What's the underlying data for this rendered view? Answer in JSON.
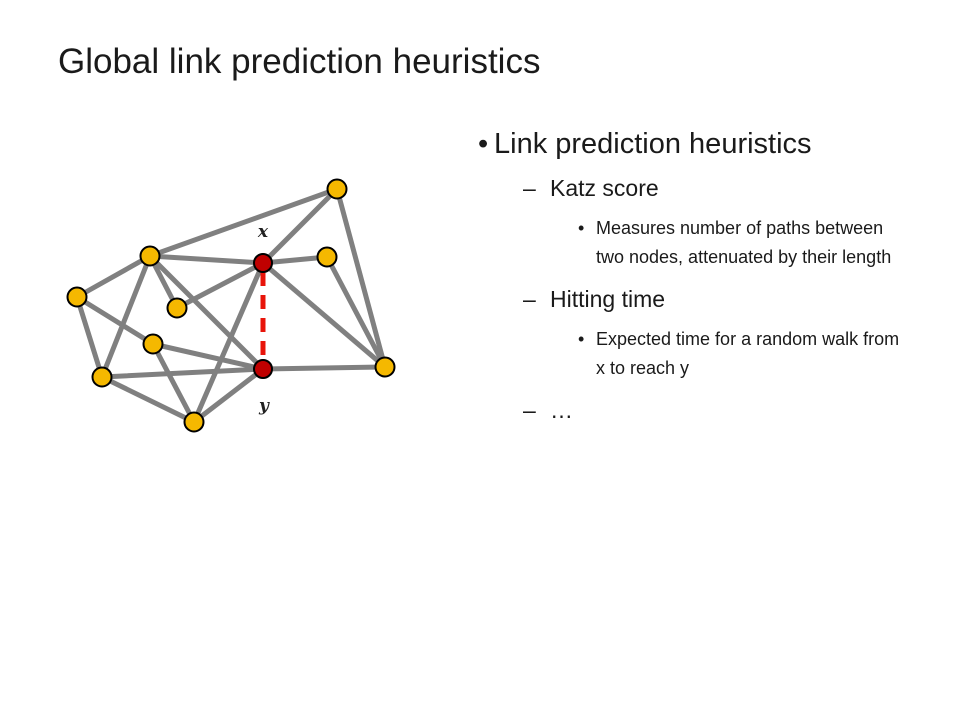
{
  "slide": {
    "title": "Global link prediction heuristics"
  },
  "content": {
    "heading": "Link prediction heuristics",
    "items": [
      {
        "label": "Katz score",
        "sub": "Measures number of paths between two nodes, attenuated by their length"
      },
      {
        "label": "Hitting time",
        "sub": "Expected time for a random walk from x to reach y"
      },
      {
        "label": "…"
      }
    ]
  },
  "graph": {
    "label_x": "x",
    "label_y": "y",
    "colors": {
      "edge": "#808080",
      "node_fill": "#f5b800",
      "node_stroke": "#000000",
      "target_fill": "#c00000",
      "predicted_link": "#e8140a"
    }
  }
}
